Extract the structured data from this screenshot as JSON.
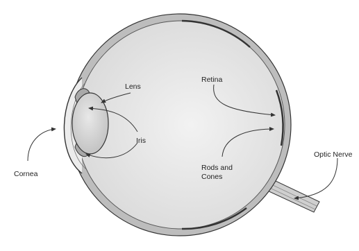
{
  "labels": {
    "lens": "Lens",
    "retina": "Retina",
    "iris": "Iris",
    "rods_cones_line1": "Rods and",
    "rods_cones_line2": "Cones",
    "cornea": "Cornea",
    "optic_nerve": "Optic Nerve"
  },
  "colors": {
    "background": "#ffffff",
    "outline": "#333333",
    "eye_fill": "#e6e6e6",
    "wall": "#b8b8b8",
    "lens_fill": "#cfcfcf"
  }
}
